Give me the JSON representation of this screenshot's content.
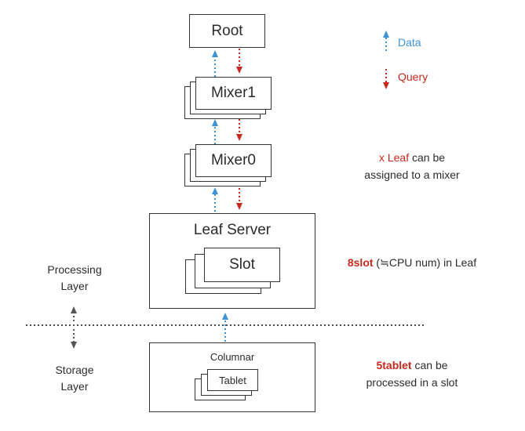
{
  "nodes": {
    "root": "Root",
    "mixer1": "Mixer1",
    "mixer0": "Mixer0",
    "leaf_server": "Leaf Server",
    "slot": "Slot",
    "columnar": "Columnar",
    "tablet": "Tablet"
  },
  "legend": {
    "data": "Data",
    "query": "Query"
  },
  "notes": {
    "mixer_highlight": "x Leaf",
    "mixer_rest_1": " can be",
    "mixer_line2": "assigned to a mixer",
    "slot_highlight": "8slot",
    "slot_rest": " (≒CPU num) in Leaf",
    "tablet_highlight": "5tablet",
    "tablet_rest_1": " can be",
    "tablet_line2": "processed in a slot"
  },
  "layers": {
    "processing_line1": "Processing",
    "processing_line2": "Layer",
    "storage_line1": "Storage",
    "storage_line2": "Layer"
  },
  "colors": {
    "data_arrow": "#3d92d6",
    "query_arrow": "#c8281e",
    "highlight": "#c8281e",
    "border": "#333333"
  }
}
